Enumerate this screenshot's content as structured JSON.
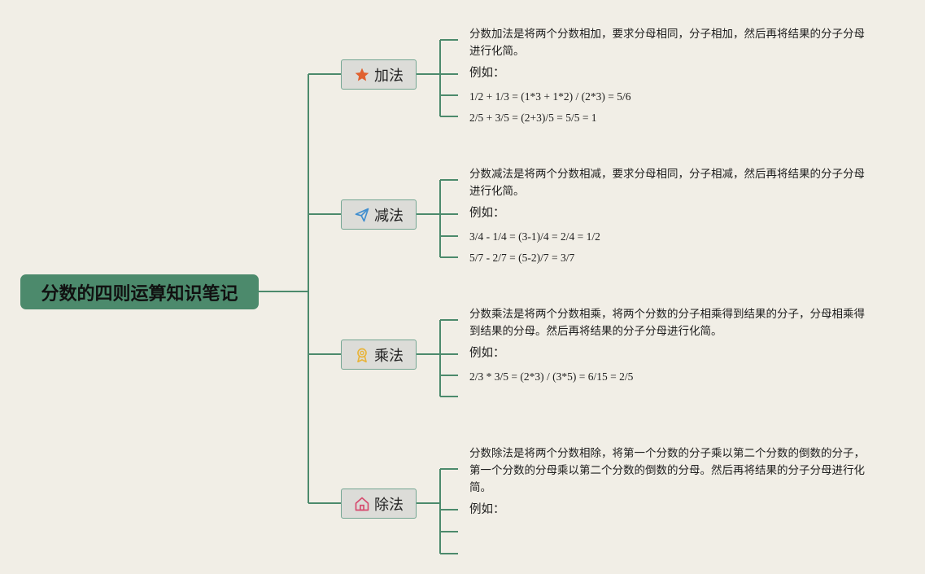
{
  "root": {
    "title": "分数的四则运算知识笔记"
  },
  "branches": [
    {
      "label": "加法",
      "icon": "star-icon",
      "leaves": [
        "分数加法是将两个分数相加，要求分母相同，分子相加，然后再将结果的分子分母进行化简。",
        "例如：",
        "1/2 + 1/3 = (1*3 + 1*2) / (2*3) = 5/6",
        "2/5 + 3/5 = (2+3)/5 = 5/5 = 1"
      ]
    },
    {
      "label": "减法",
      "icon": "paper-plane-icon",
      "leaves": [
        "分数减法是将两个分数相减，要求分母相同，分子相减，然后再将结果的分子分母进行化简。",
        "例如：",
        "3/4 - 1/4 = (3-1)/4 = 2/4 = 1/2",
        "5/7 - 2/7 = (5-2)/7 = 3/7"
      ]
    },
    {
      "label": "乘法",
      "icon": "award-ribbon-icon",
      "leaves": [
        "分数乘法是将两个分数相乘，将两个分数的分子相乘得到结果的分子，分母相乘得到结果的分母。然后再将结果的分子分母进行化简。",
        "例如：",
        "2/3 * 3/5 = (2*3) / (3*5) = 6/15 = 2/5",
        ""
      ]
    },
    {
      "label": "除法",
      "icon": "house-icon",
      "leaves": [
        "分数除法是将两个分数相除，将第一个分数的分子乘以第二个分数的倒数的分子，第一个分数的分母乘以第二个分数的倒数的分母。然后再将结果的分子分母进行化简。",
        "例如：",
        "",
        ""
      ]
    }
  ],
  "colors": {
    "line": "#4c8a6c",
    "root_bg": "#4c8a6c",
    "branch_bg": "#dcdcd8",
    "background": "#f1eee6"
  }
}
